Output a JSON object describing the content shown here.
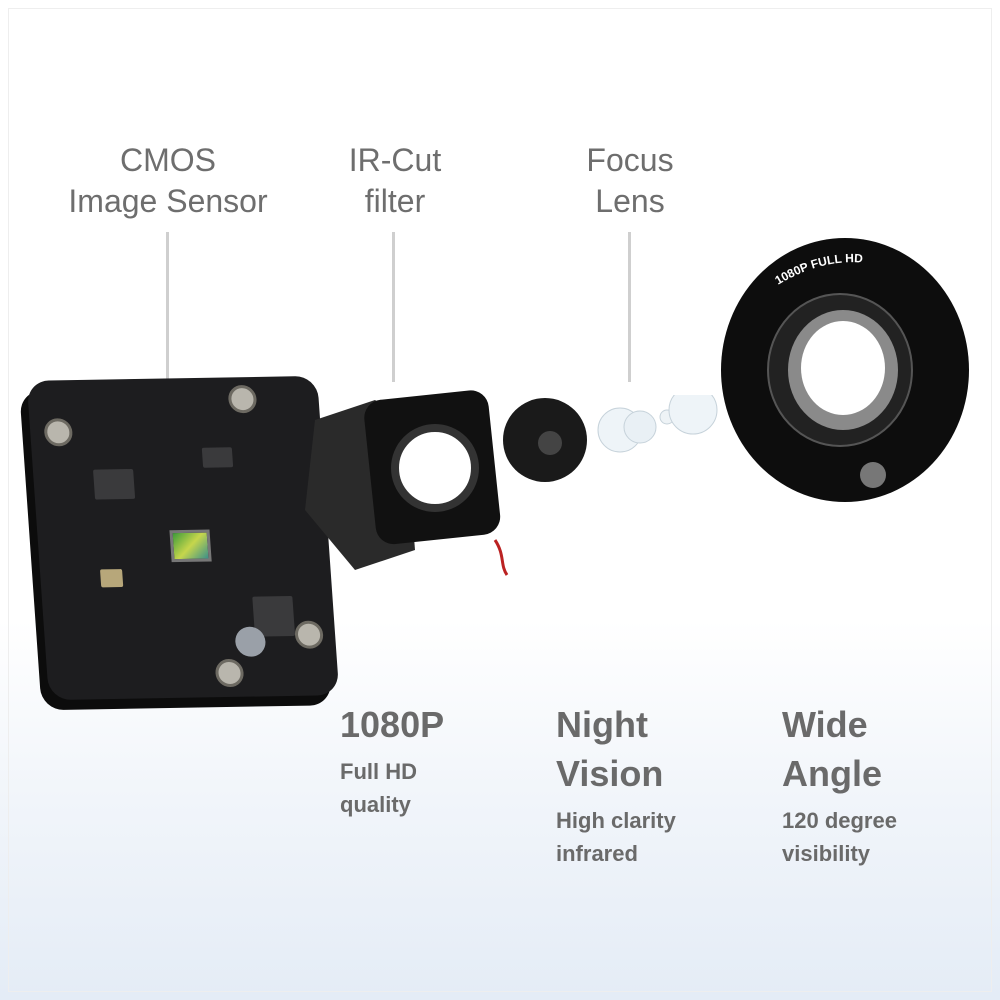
{
  "callouts": [
    {
      "line1": "CMOS",
      "line2": "Image Sensor"
    },
    {
      "line1": "IR-Cut",
      "line2": "filter"
    },
    {
      "line1": "Focus",
      "line2": "Lens"
    }
  ],
  "lens_ring_text": "1080P FULL HD",
  "features": [
    {
      "title": "1080P",
      "subtitle_line1": "Full HD",
      "subtitle_line2": "quality"
    },
    {
      "title_line1": "Night",
      "title_line2": "Vision",
      "subtitle_line1": "High clarity",
      "subtitle_line2": "infrared"
    },
    {
      "title_line1": "Wide",
      "title_line2": "Angle",
      "subtitle_line1": "120 degree",
      "subtitle_line2": "visibility"
    }
  ]
}
